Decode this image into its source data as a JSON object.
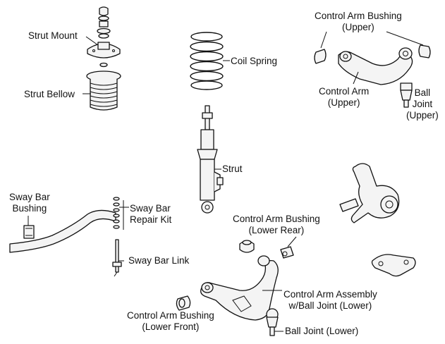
{
  "labels": {
    "strut_mount": "Strut Mount",
    "strut_bellow": "Strut Bellow",
    "coil_spring": "Coil Spring",
    "control_arm_bushing_upper": "Control Arm Bushing\n(Upper)",
    "control_arm_upper": "Control Arm\n(Upper)",
    "ball_joint_upper": "Ball\nJoint\n(Upper)",
    "strut": "Strut",
    "sway_bar_bushing": "Sway Bar\nBushing",
    "sway_bar_repair_kit": "Sway Bar\nRepair Kit",
    "sway_bar_link": "Sway Bar Link",
    "control_arm_bushing_lower_rear": "Control Arm Bushing\n(Lower Rear)",
    "control_arm_assembly_lower": "Control Arm Assembly\nw/Ball Joint (Lower)",
    "control_arm_bushing_lower_front": "Control Arm Bushing\n(Lower Front)",
    "ball_joint_lower": "Ball Joint (Lower)"
  }
}
